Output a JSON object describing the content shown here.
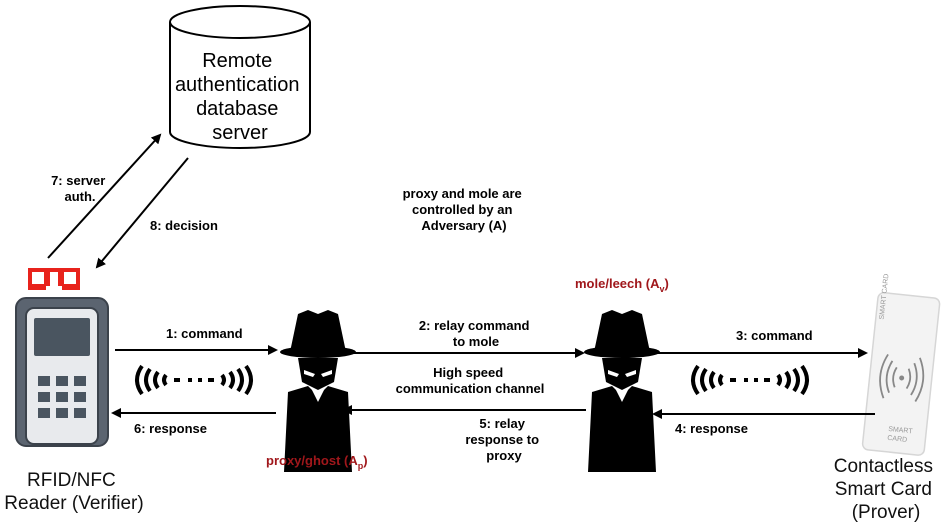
{
  "server": {
    "lines": [
      "Remote",
      "authentication",
      "database",
      "server"
    ]
  },
  "reader": {
    "lines": [
      "RFID/NFC",
      "Reader (Verifier)"
    ]
  },
  "card": {
    "lines": [
      "Contactless",
      "Smart Card",
      "(Prover)"
    ],
    "print_top": "SMART CARD",
    "print_bottom": [
      "SMART",
      "CARD"
    ]
  },
  "adversary_note": [
    "proxy and mole are",
    "controlled by an",
    "Adversary (A)"
  ],
  "proxy": {
    "label": "proxy/ghost (A",
    "sub": "p",
    "close": ")"
  },
  "mole": {
    "label": "mole/leech (A",
    "sub": "v",
    "close": ")"
  },
  "messages": {
    "m1": "1: command",
    "m2": [
      "2: relay command",
      "to mole"
    ],
    "m3": "3: command",
    "m4": "4: response",
    "m5": [
      "5: relay",
      "response to",
      "proxy"
    ],
    "m6": "6: response",
    "m7": [
      "7: server",
      "auth."
    ],
    "m8": "8: decision",
    "channel": [
      "High speed",
      "communication channel"
    ]
  },
  "colors": {
    "accent": "#a0171b",
    "reader_body": "#5b6470",
    "reader_top": "#e8231c",
    "reader_screen": "#4a5560"
  }
}
